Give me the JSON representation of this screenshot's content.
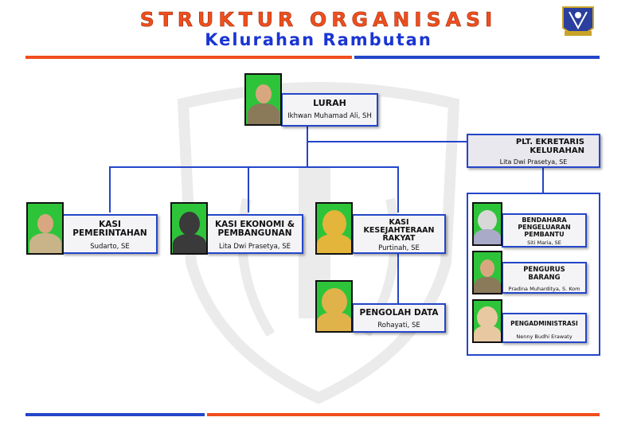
{
  "header": {
    "title": "STRUKTUR ORGANISASI",
    "subtitle": "Kelurahan Rambutan"
  },
  "colors": {
    "accent_orange": "#f04e1d",
    "accent_blue": "#2446c9",
    "photo_green": "#2ec43a"
  },
  "logo": {
    "icon": "kelurahan-emblem-icon"
  },
  "org": {
    "lurah": {
      "role": "LURAH",
      "name": "Ikhwan Muhamad Ali, SH"
    },
    "sekretaris": {
      "role_line1": "PLT. EKRETARIS",
      "role_line2": "KELURAHAN",
      "name": "Lita Dwi Prasetya, SE"
    },
    "kasi_pemerintahan": {
      "role_line1": "KASI",
      "role_line2": "PEMERINTAHAN",
      "name": "Sudarto, SE"
    },
    "kasi_ekonomi": {
      "role_line1": "KASI EKONOMI &",
      "role_line2": "PEMBANGUNAN",
      "name": "Lita Dwi Prasetya, SE"
    },
    "kasi_kesejahteraan": {
      "role_line1": "KASI",
      "role_line2": "KESEJAHTERAAN",
      "role_line3": "RAKYAT",
      "name": "Purtinah, SE"
    },
    "pengolah_data": {
      "role": "PENGOLAH DATA",
      "name": "Rohayati, SE"
    },
    "bendahara": {
      "role_line1": "BENDAHARA",
      "role_line2": "PENGELUARAN",
      "role_line3": "PEMBANTU",
      "name": "Siti Maria, SE"
    },
    "pengurus_barang": {
      "role_line1": "PENGURUS",
      "role_line2": "BARANG",
      "name": "Pradina Muharditya, S. Kom"
    },
    "pengadministrasi": {
      "role": "PENGADMINISTRASI",
      "name": "Nenny Budhi Erawaty"
    }
  }
}
